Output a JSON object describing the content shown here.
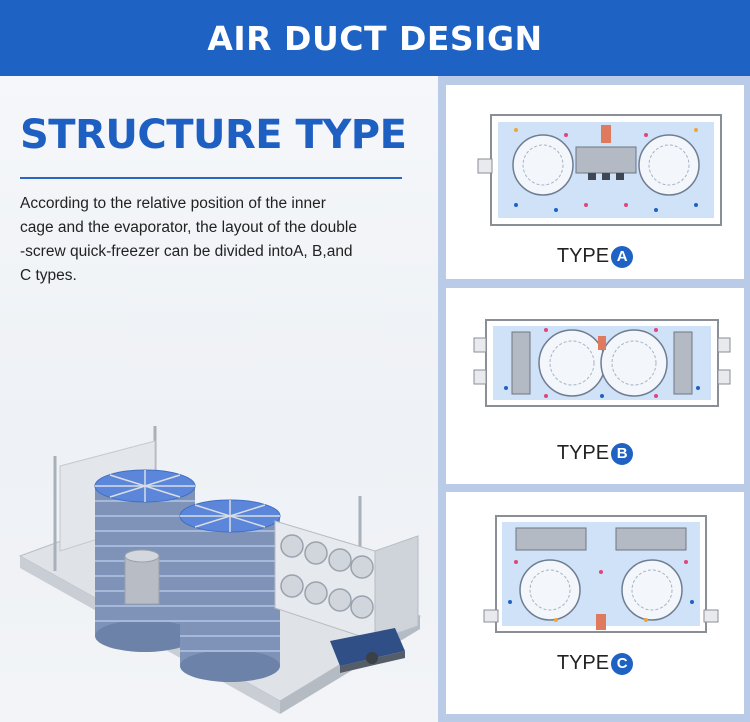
{
  "banner": {
    "title": "AIR DUCT DESIGN"
  },
  "left": {
    "heading": "STRUCTURE TYPE",
    "description": "According to the relative position of the inner\ncage and the evaporator, the layout of the double\n-screw quick-freezer can be divided intoA, B,and\nC types."
  },
  "types": [
    {
      "prefix": "TYPE",
      "letter": "A"
    },
    {
      "prefix": "TYPE",
      "letter": "B"
    },
    {
      "prefix": "TYPE",
      "letter": "C"
    }
  ],
  "colors": {
    "accent": "#1e63c4",
    "panel_bg": "#b9cbe7",
    "floor_blue": "#cfe2f7"
  }
}
